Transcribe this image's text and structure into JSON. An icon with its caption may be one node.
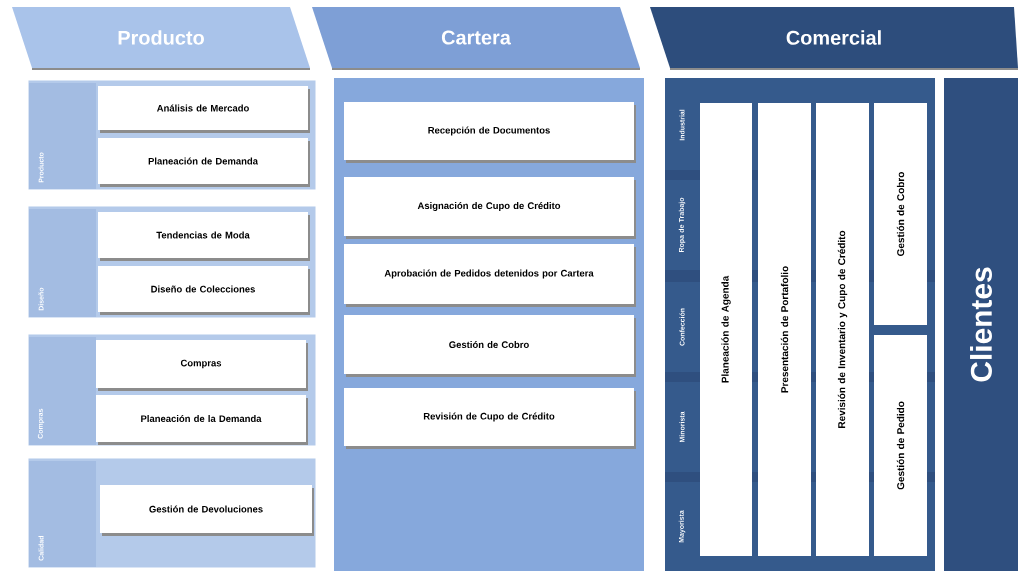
{
  "diagram": {
    "nodes": [
      {
        "text": [
          "Producto"
        ]
      },
      {
        "text": [
          "Cartera"
        ]
      },
      {
        "text": [
          "Comercial"
        ]
      },
      {
        "text": [
          "Producto"
        ]
      },
      {
        "text": [
          "Análisis de Mercado"
        ],
        "in": 3
      },
      {
        "text": [
          "Planeación de Demanda"
        ],
        "in": 3
      },
      {
        "text": [
          "Diseño"
        ]
      },
      {
        "text": [
          "Tendencias de Moda"
        ],
        "in": 6
      },
      {
        "text": [
          "Diseño de Colecciones"
        ],
        "in": 6
      },
      {
        "text": [
          "Compras"
        ]
      },
      {
        "text": [
          "Compras"
        ],
        "in": 9
      },
      {
        "text": [
          "Planeación de la Demanda"
        ],
        "in": 9
      },
      {
        "text": [
          "Calidad"
        ]
      },
      {
        "text": [
          "Gestión de Devoluciones"
        ],
        "in": 12
      },
      {
        "text": [],
        "shape": "box"
      },
      {
        "text": [
          "Recepción de Documentos"
        ],
        "in": 14
      },
      {
        "text": [
          "Asignación de Cupo de Crédito"
        ],
        "in": 14
      },
      {
        "text": [
          "Aprobación de Pedidos detenidos por Cartera"
        ],
        "in": 14
      },
      {
        "text": [
          "Gestión de Cobro"
        ],
        "in": 14
      },
      {
        "text": [
          "Revisión de Cupo de Crédito"
        ],
        "in": 14
      },
      {
        "text": [],
        "shape": "box"
      },
      {
        "text": [
          "Industrial"
        ],
        "in": 20
      },
      {
        "text": [
          "Ropa de Trabajo"
        ],
        "in": 20
      },
      {
        "text": [
          "Confección"
        ],
        "in": 20
      },
      {
        "text": [
          "Minorista"
        ],
        "in": 20
      },
      {
        "text": [
          "Mayorista"
        ],
        "in": 20
      },
      {
        "text": [
          "Planeación de Agenda"
        ],
        "in": 20
      },
      {
        "text": [
          "Presentación de Portafolio"
        ],
        "in": 20
      },
      {
        "text": [
          "Revisión de Inventario y Cupo de Crédito"
        ],
        "in": 20
      },
      {
        "text": [
          "Gestión de Cobro"
        ],
        "in": 20
      },
      {
        "text": [
          "Gestión de Pedido"
        ],
        "in": 20
      },
      {
        "text": [
          "Clientes"
        ]
      }
    ]
  }
}
